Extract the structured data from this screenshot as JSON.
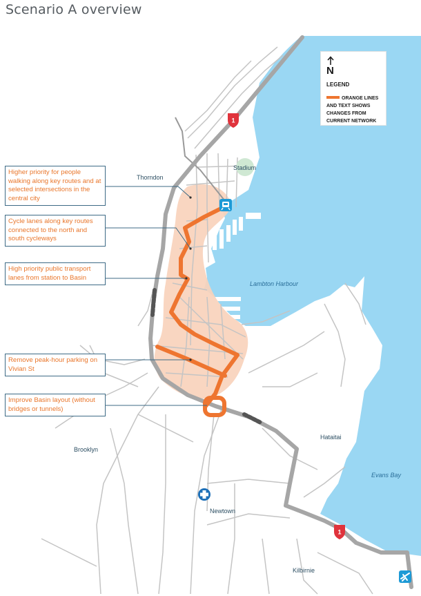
{
  "title": "Scenario A overview",
  "legend": {
    "north": "N",
    "heading": "LEGEND",
    "entry": "ORANGE LINES AND TEXT SHOWS CHANGES FROM CURRENT NETWORK"
  },
  "callouts": [
    {
      "text": "Higher priority for people walking along key routes and at selected intersections in the central city"
    },
    {
      "text": "Cycle lanes along key routes connected to the north and south cycleways"
    },
    {
      "text": "High priority public transport lanes from station to Basin"
    },
    {
      "text": "Remove peak-hour parking on Vivian St"
    },
    {
      "text": "Improve Basin layout (without bridges or tunnels)"
    }
  ],
  "places": {
    "thorndon": "Thorndon",
    "stadium": "Stadium",
    "lambton_harbour": "Lambton Harbour",
    "hataitai": "Hataitai",
    "evans_bay": "Evans Bay",
    "brooklyn": "Brooklyn",
    "newtown": "Newtown",
    "kilbirnie": "Kilbirnie"
  },
  "highway_shield": "1",
  "colors": {
    "water": "#9ad7f3",
    "orange": "#ee7530",
    "zone": "#f9d2bc",
    "road": "#c4c4c4",
    "highway": "#a6a6a6",
    "shield": "#e0333c",
    "label": "#2d4f63",
    "callout_text": "#e9762b"
  },
  "icons": [
    "north-arrow-icon",
    "train-station-icon",
    "hospital-icon",
    "airport-icon",
    "highway-shield-icon"
  ]
}
